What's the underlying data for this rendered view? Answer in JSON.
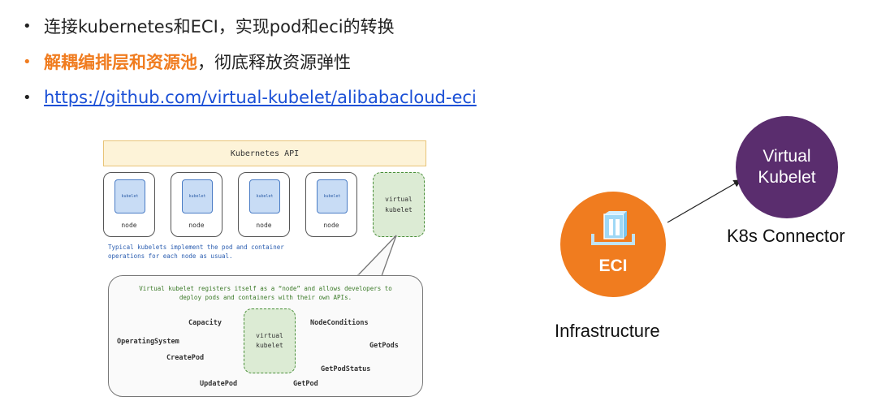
{
  "bullets": [
    {
      "text": "连接kubernetes和ECI，实现pod和eci的转换"
    },
    {
      "highlight": "解耦编排层和资源池",
      "rest": "，彻底释放资源弹性"
    },
    {
      "link": "https://github.com/virtual-kubelet/alibabacloud-eci"
    }
  ],
  "diagram": {
    "api_title": "Kubernetes API",
    "kubelet_label": "kubelet",
    "node_label": "node",
    "virtual_kubelet": "virtual\nkubelet",
    "typical_note": "Typical kubelets implement the pod and container\noperations for each node as usual.",
    "bubble_note": "Virtual kubelet registers itself as a “node” and allows developers to\ndeploy pods and containers with their own APIs.",
    "apis": {
      "capacity": "Capacity",
      "node_conditions": "NodeConditions",
      "operating_system": "OperatingSystem",
      "get_pods": "GetPods",
      "create_pod": "CreatePod",
      "get_pod_status": "GetPodStatus",
      "update_pod": "UpdatePod",
      "get_pod": "GetPod"
    }
  },
  "right": {
    "virtual_kubelet_circle": "Virtual\nKubelet",
    "k8s_connector": "K8s Connector",
    "eci": "ECI",
    "infrastructure": "Infrastructure"
  },
  "colors": {
    "highlight": "#f07c1f",
    "link": "#1a4fd6",
    "purple": "#5a2d6e",
    "orange": "#f07c1f"
  }
}
